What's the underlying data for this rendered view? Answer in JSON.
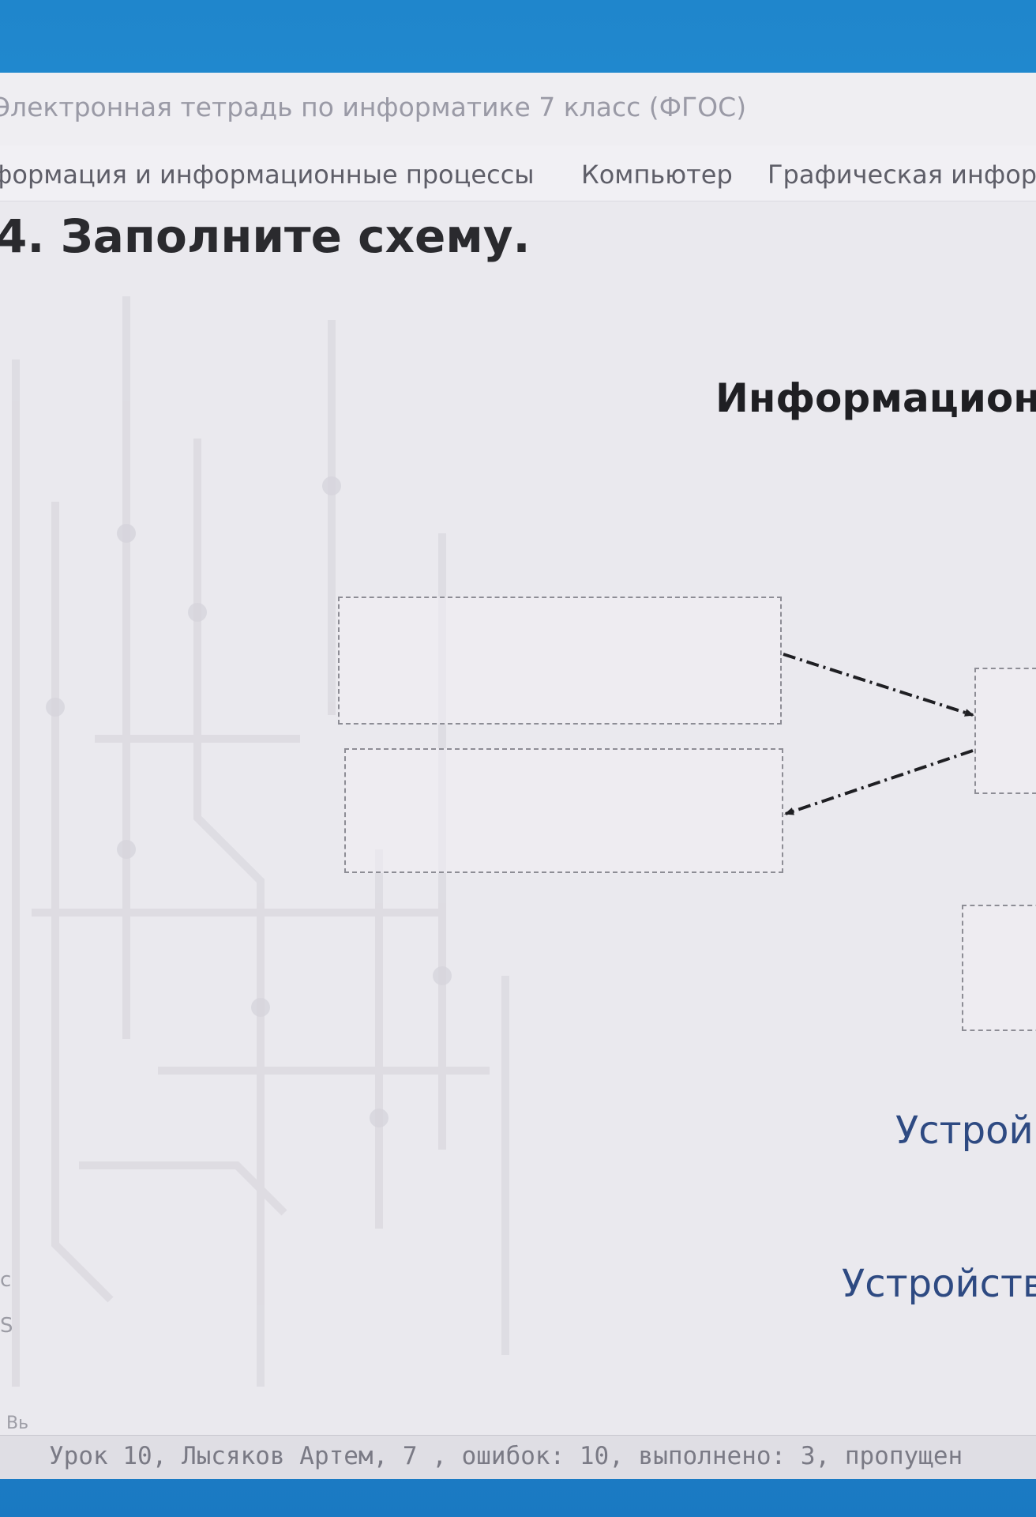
{
  "window": {
    "title": "Электронная тетрадь по информатике 7 класс (ФГОС)"
  },
  "menu": {
    "items": [
      "формация и информационные процессы",
      "Компьютер",
      "Графическая инфор"
    ]
  },
  "task": {
    "title": "4. Заполните схему."
  },
  "diagram": {
    "title": "Информацион",
    "labels": [
      "Устрой",
      "Устройств"
    ],
    "boxes_count": 4
  },
  "left_fragments": [
    "с",
    "S"
  ],
  "status": {
    "left_fragment": "Вь",
    "text": "Урок 10, Лысяков Артем, 7 , ошибок: 10, выполнено: 3, пропущен"
  },
  "colors": {
    "background": "#2d9ade",
    "window_bg": "#ecebf0",
    "label_blue": "#2e4a82",
    "box_border": "#8d8d95"
  }
}
